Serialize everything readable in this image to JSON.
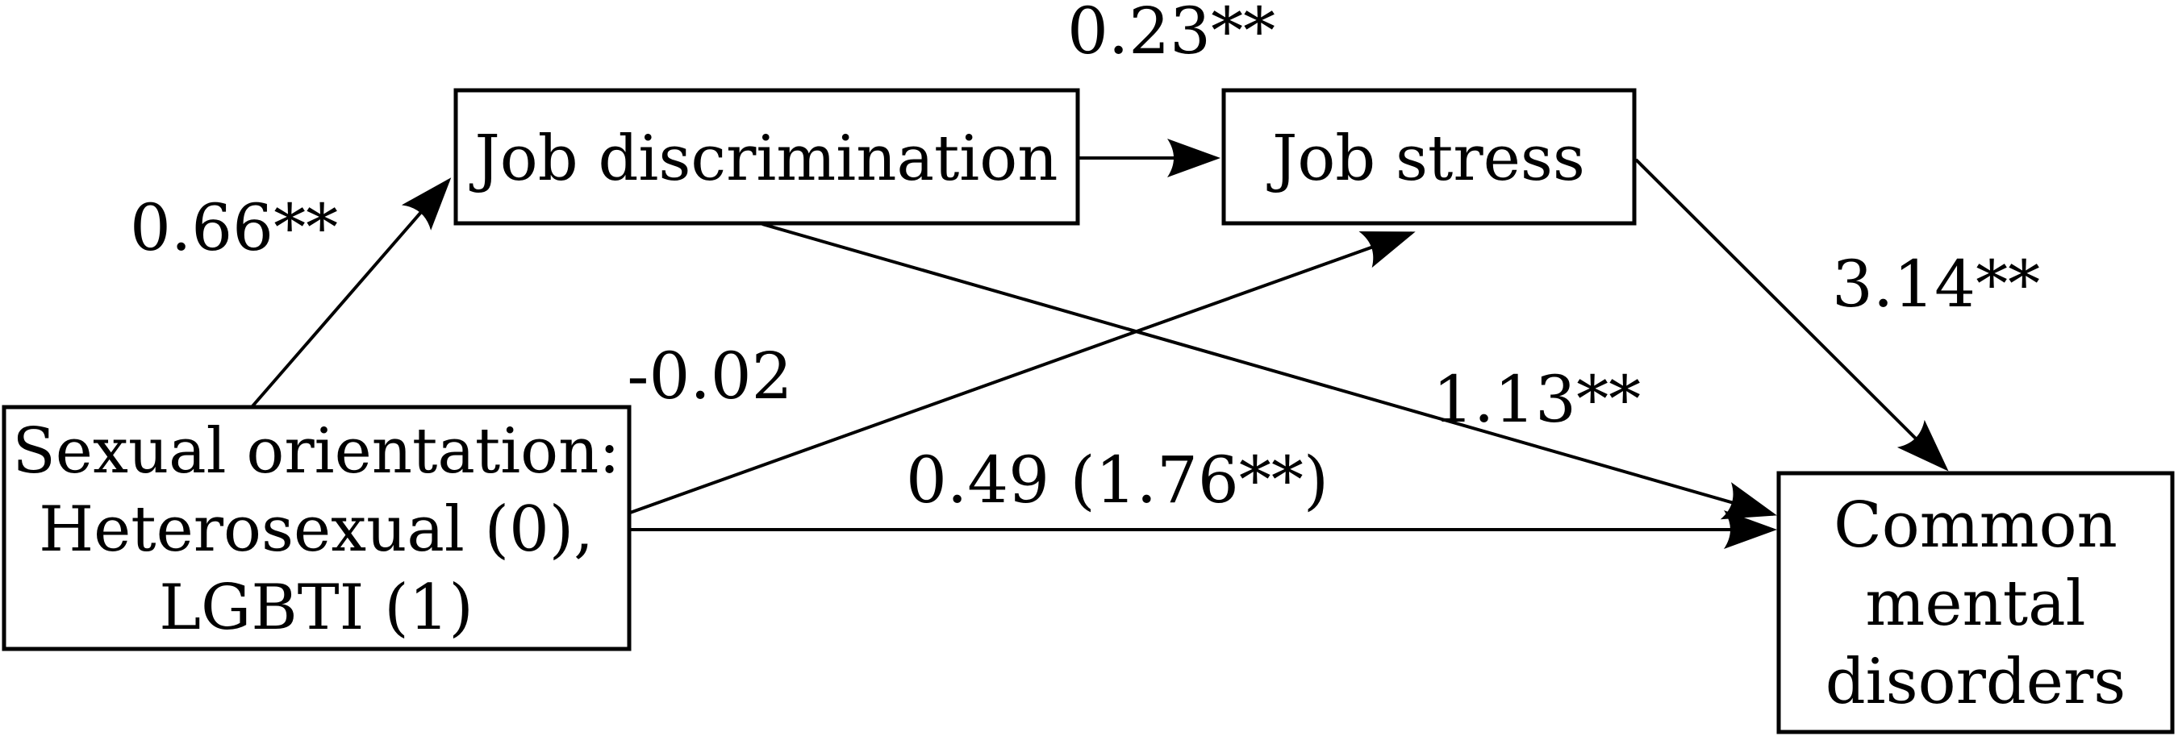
{
  "diagram": {
    "title": "Path model: sexual orientation, job discrimination, job stress and common mental disorders",
    "background_color": "#ffffff",
    "line_color": "#000000",
    "nodes": [
      {
        "id": "sexual_orientation",
        "label_lines": [
          "Sexual orientation:",
          "Heterosexual (0),",
          "LGBTI (1)"
        ]
      },
      {
        "id": "job_discrimination",
        "label_lines": [
          "Job discrimination"
        ]
      },
      {
        "id": "job_stress",
        "label_lines": [
          "Job stress"
        ]
      },
      {
        "id": "common_mental_disorders",
        "label_lines": [
          "Common",
          "mental",
          "disorders"
        ]
      }
    ],
    "edges": [
      {
        "from": "sexual_orientation",
        "to": "job_discrimination",
        "coefficient": "0.66**"
      },
      {
        "from": "job_discrimination",
        "to": "job_stress",
        "coefficient": "0.23**"
      },
      {
        "from": "sexual_orientation",
        "to": "job_stress",
        "coefficient": "-0.02"
      },
      {
        "from": "job_discrimination",
        "to": "common_mental_disorders",
        "coefficient": "1.13**"
      },
      {
        "from": "job_stress",
        "to": "common_mental_disorders",
        "coefficient": "3.14**"
      },
      {
        "from": "sexual_orientation",
        "to": "common_mental_disorders",
        "coefficient": "0.49 (1.76**)"
      }
    ]
  }
}
